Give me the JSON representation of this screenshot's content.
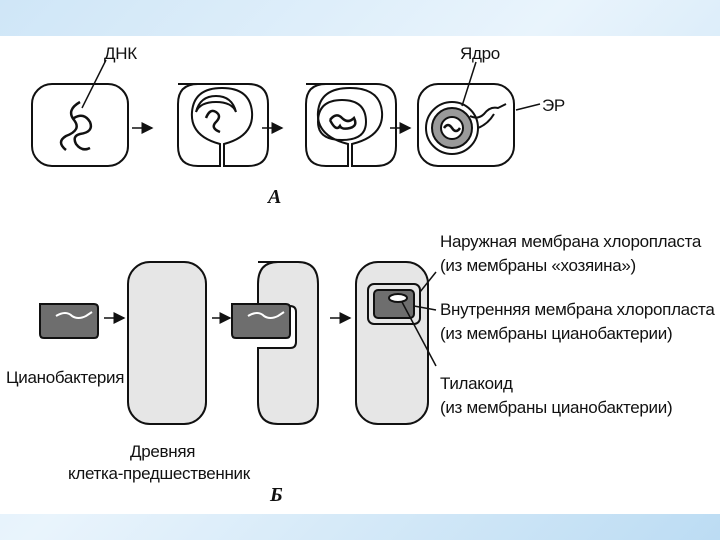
{
  "panel_a": {
    "letter": "А",
    "labels": {
      "dna": "ДНК",
      "nucleus": "Ядро",
      "er": "ЭР"
    }
  },
  "panel_b": {
    "letter": "Б",
    "labels": {
      "cyanobacterium": "Цианобактерия",
      "ancient_cell_line1": "Древняя",
      "ancient_cell_line2": "клетка-предшественник",
      "outer_membrane_line1": "Наружная мембрана хлоропласта",
      "outer_membrane_line2": "(из мембраны «хозяина»)",
      "inner_membrane_line1": "Внутренняя мембрана хлоропласта",
      "inner_membrane_line2": "(из мембраны цианобактерии)",
      "thylakoid_line1": "Тилакоид",
      "thylakoid_line2": "(из мембраны цианобактерии)"
    }
  },
  "colors": {
    "ink": "#111111",
    "cell_fill": "#e6e6e6",
    "bacterium_fill": "#6e6e6e",
    "frame_bg": "#cfe6f7"
  }
}
